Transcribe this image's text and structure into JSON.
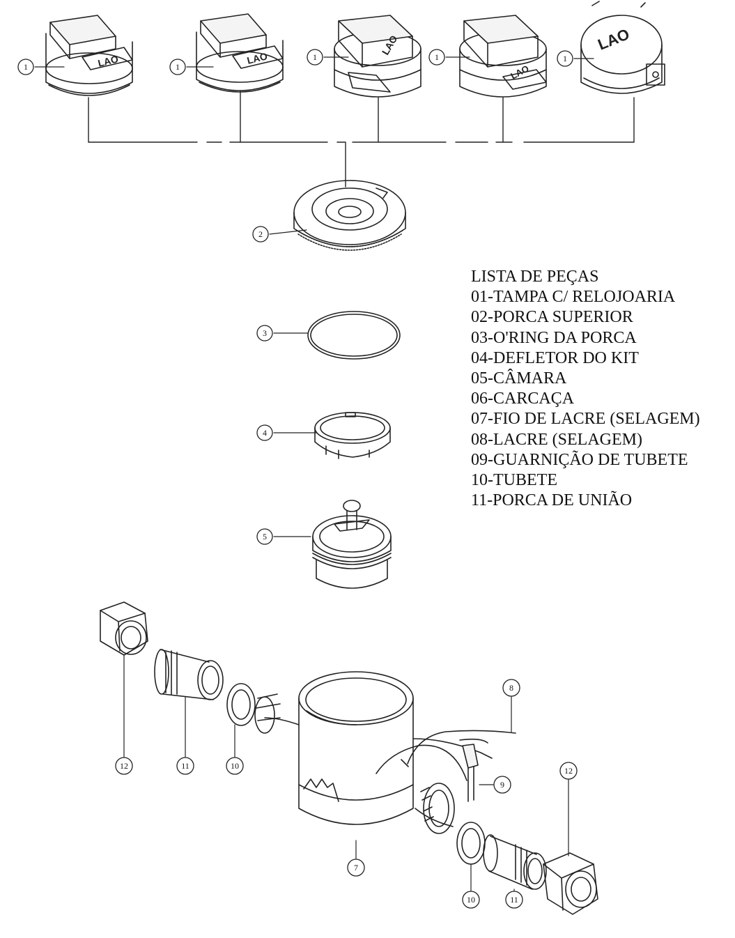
{
  "parts_list": {
    "title": "LISTA DE PEÇAS",
    "items": [
      "01-TAMPA C/ RELOJOARIA",
      "02-PORCA SUPERIOR",
      "03-O'RING DA PORCA",
      "04-DEFLETOR DO KIT",
      "05-CÂMARA",
      "06-CARCAÇA",
      "07-FIO DE LACRE (SELAGEM)",
      "08-LACRE (SELAGEM)",
      "09-GUARNIÇÃO DE TUBETE",
      "10-TUBETE",
      "11-PORCA DE UNIÃO"
    ]
  },
  "callouts": {
    "lid_1": "1",
    "lid_2": "1",
    "lid_3": "1",
    "lid_4": "1",
    "lid_5": "1",
    "top_nut": "2",
    "oring": "3",
    "deflector": "4",
    "chamber": "5",
    "union_nut_left": "12",
    "tube_left": "11",
    "gasket_left": "10",
    "body": "7",
    "seal_wire": "8",
    "seal": "9",
    "union_nut_right": "12",
    "gasket_right": "10",
    "tube_right": "11"
  },
  "logo_text": "LAO"
}
